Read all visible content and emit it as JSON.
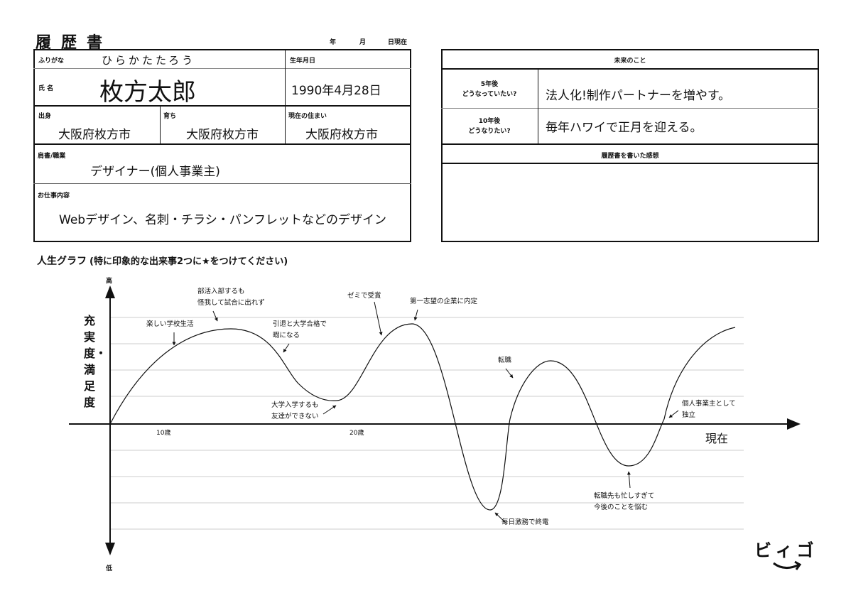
{
  "header": {
    "title": "履歴書",
    "year": "年",
    "month": "月",
    "day": "日現在"
  },
  "profile": {
    "furigana_label": "ふりがな",
    "furigana": "ひらかたたろう",
    "name_label": "氏 名",
    "name": "枚方太郎",
    "birth_label": "生年月日",
    "birth": "1990年4月28日",
    "origin_label": "出身",
    "origin": "大阪府枚方市",
    "raised_label": "育ち",
    "raised": "大阪府枚方市",
    "current_label": "現在の住まい",
    "current": "大阪府枚方市",
    "title_label": "肩書/職業",
    "title": "デザイナー(個人事業主)",
    "work_label": "お仕事内容",
    "work": "Webデザイン、名刺・チラシ・パンフレットなどのデザイン"
  },
  "future": {
    "header": "未来のこと",
    "row5_label_1": "5年後",
    "row5_label_2": "どうなっていたい?",
    "row5": "法人化!制作パートナーを増やす。",
    "row10_label_1": "10年後",
    "row10_label_2": "どうなりたい?",
    "row10": "毎年ハワイで正月を迎える。",
    "impressions_header": "履歴書を書いた感想",
    "impressions": ""
  },
  "graph": {
    "title": "人生グラフ",
    "subtitle": "(特に印象的な出来事2つに★をつけてください)",
    "high": "高",
    "low": "低",
    "ylabel": "充実度・満足度",
    "x_now": "現在",
    "tick10": "10歳",
    "tick20": "20歳",
    "events": [
      "楽しい学校生活",
      "部活入部するも\n怪我して試合に出れず",
      "引退と大学合格で\n暇になる",
      "大学入学するも\n友達ができない",
      "ゼミで受賞",
      "第一志望の企業に内定",
      "毎日激務で終電",
      "転職",
      "転職先も忙しすぎて\n今後のことを悩む",
      "個人事業主として\n独立"
    ]
  },
  "logo": "ビィゴ"
}
